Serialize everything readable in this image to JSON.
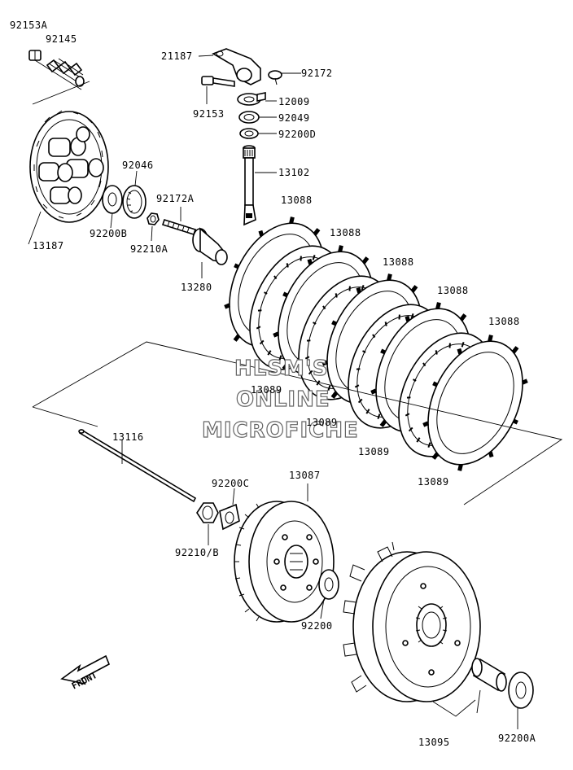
{
  "watermark": {
    "line1": "HLSM'S",
    "line2": "ONLINE",
    "line3": "MICROFICHE"
  },
  "front_label": "FRONT",
  "callouts": [
    {
      "id": "92153A",
      "text": "92153A"
    },
    {
      "id": "92145",
      "text": "92145"
    },
    {
      "id": "21187",
      "text": "21187"
    },
    {
      "id": "92172",
      "text": "92172"
    },
    {
      "id": "92153",
      "text": "92153"
    },
    {
      "id": "12009",
      "text": "12009"
    },
    {
      "id": "92049",
      "text": "92049"
    },
    {
      "id": "92200D",
      "text": "92200D"
    },
    {
      "id": "92046",
      "text": "92046"
    },
    {
      "id": "13102",
      "text": "13102"
    },
    {
      "id": "92172A",
      "text": "92172A"
    },
    {
      "id": "13088a",
      "text": "13088"
    },
    {
      "id": "92200B",
      "text": "92200B"
    },
    {
      "id": "13187",
      "text": "13187"
    },
    {
      "id": "92210A",
      "text": "92210A"
    },
    {
      "id": "13088b",
      "text": "13088"
    },
    {
      "id": "13088c",
      "text": "13088"
    },
    {
      "id": "13280",
      "text": "13280"
    },
    {
      "id": "13088d",
      "text": "13088"
    },
    {
      "id": "13088e",
      "text": "13088"
    },
    {
      "id": "13089a",
      "text": "13089"
    },
    {
      "id": "13089b",
      "text": "13089"
    },
    {
      "id": "13089c",
      "text": "13089"
    },
    {
      "id": "13089d",
      "text": "13089"
    },
    {
      "id": "13116",
      "text": "13116"
    },
    {
      "id": "92200C",
      "text": "92200C"
    },
    {
      "id": "13087",
      "text": "13087"
    },
    {
      "id": "92210B",
      "text": "92210/B"
    },
    {
      "id": "92200",
      "text": "92200"
    },
    {
      "id": "13095",
      "text": "13095"
    },
    {
      "id": "92200A",
      "text": "92200A"
    }
  ]
}
